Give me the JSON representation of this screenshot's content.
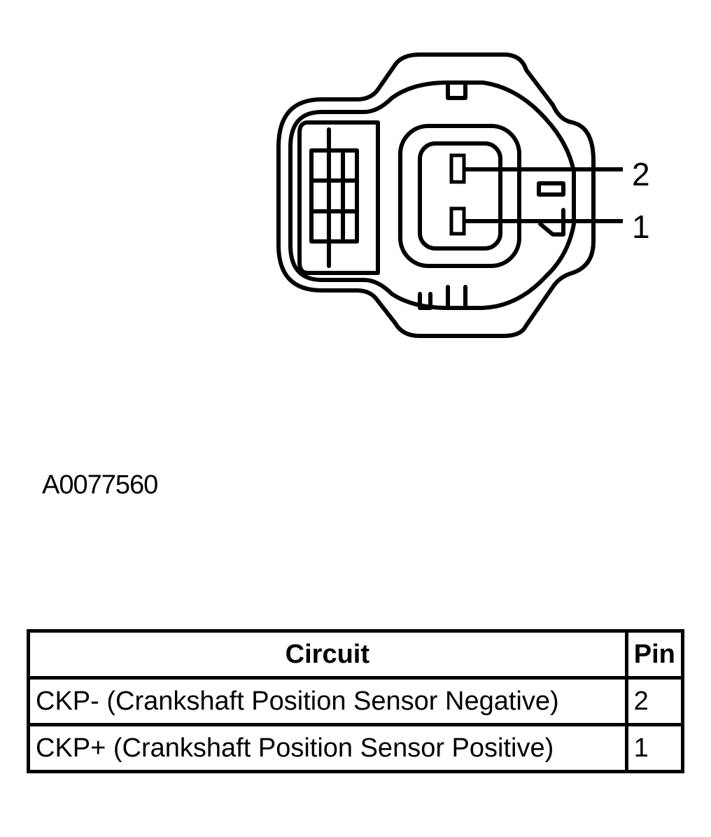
{
  "figure_id": "A0077560",
  "pin_callouts": {
    "pin_2": "2",
    "pin_1": "1"
  },
  "table": {
    "headers": {
      "circuit": "Circuit",
      "pin": "Pin"
    },
    "rows": [
      {
        "circuit": "CKP- (Crankshaft Position Sensor Negative)",
        "pin": "2"
      },
      {
        "circuit": "CKP+ (Crankshaft Position Sensor Positive)",
        "pin": "1"
      }
    ]
  }
}
